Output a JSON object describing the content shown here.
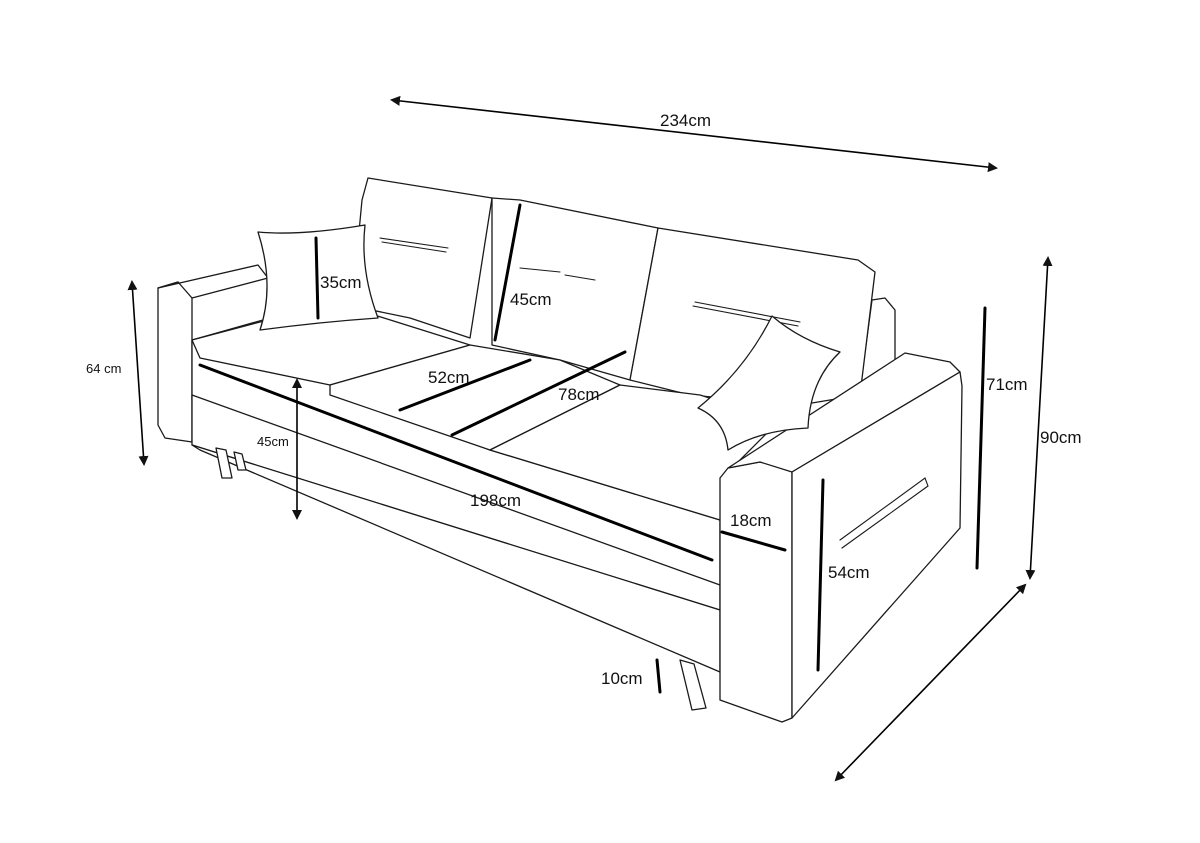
{
  "dimensions": {
    "total_width": "234cm",
    "total_height": "90cm",
    "backrest_height": "71cm",
    "armrest_height_left": "64 cm",
    "seat_height": "45cm",
    "pillow_size": "35cm",
    "back_cushion_height": "45cm",
    "seat_cushion_depth": "52cm",
    "seat_depth": "78cm",
    "sleeping_width": "198cm",
    "armrest_width": "18cm",
    "armrest_height": "54cm",
    "leg_height": "10cm"
  },
  "colors": {
    "line": "#1a1a1a",
    "background": "#ffffff"
  }
}
